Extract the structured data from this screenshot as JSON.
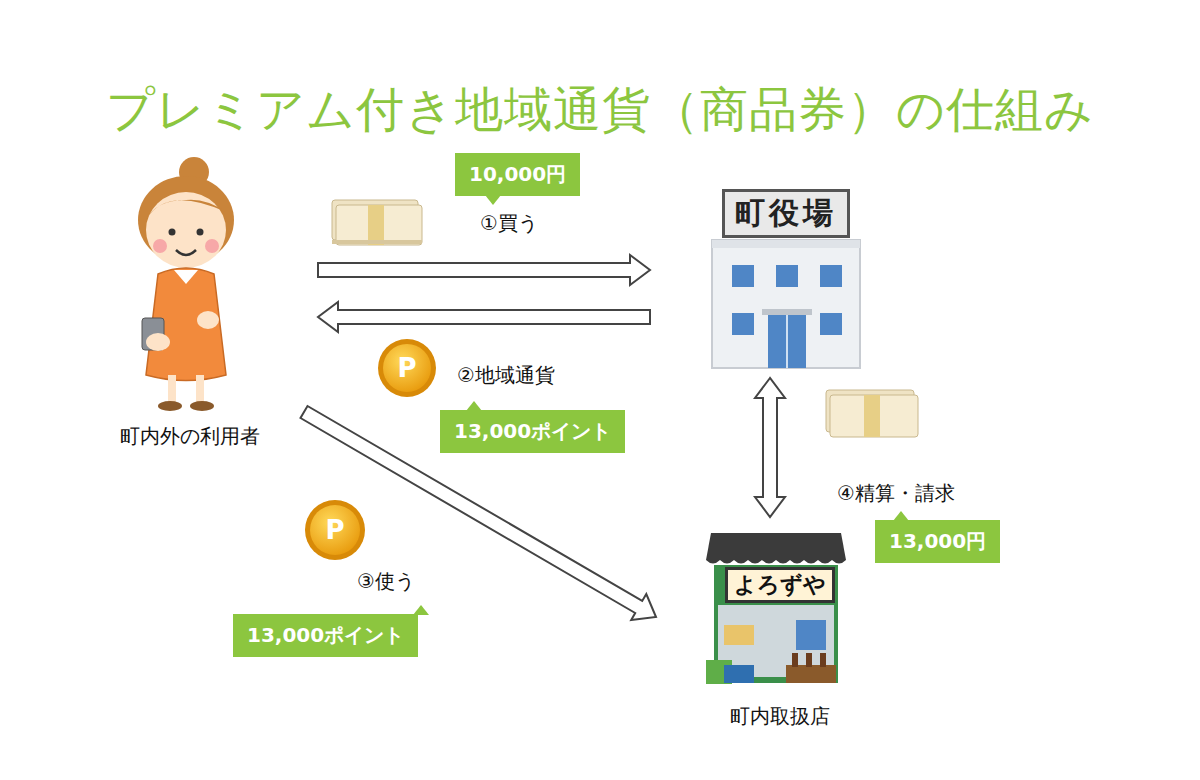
{
  "diagram": {
    "title": "プレミアム付き地域通貨（商品券）の仕組み",
    "nodes": [
      {
        "text": [
          "町内外の利用者"
        ]
      },
      {
        "text": [
          "町役場"
        ]
      },
      {
        "text": [
          "よろずや",
          "町内取扱店"
        ]
      }
    ],
    "edges": [
      {
        "from": 0,
        "to": 1,
        "label": "①買う",
        "arrow": "to"
      },
      {
        "from": 1,
        "to": 0,
        "label": "②地域通貨",
        "arrow": "to"
      },
      {
        "from": 0,
        "to": 2,
        "label": "③使う",
        "arrow": "to"
      },
      {
        "from": 1,
        "to": 2,
        "label": "④精算・請求",
        "arrow": "both"
      }
    ],
    "labels": [
      "10,000円",
      "13,000ポイント",
      "13,000ポイント",
      "13,000円",
      "P",
      "P"
    ]
  }
}
